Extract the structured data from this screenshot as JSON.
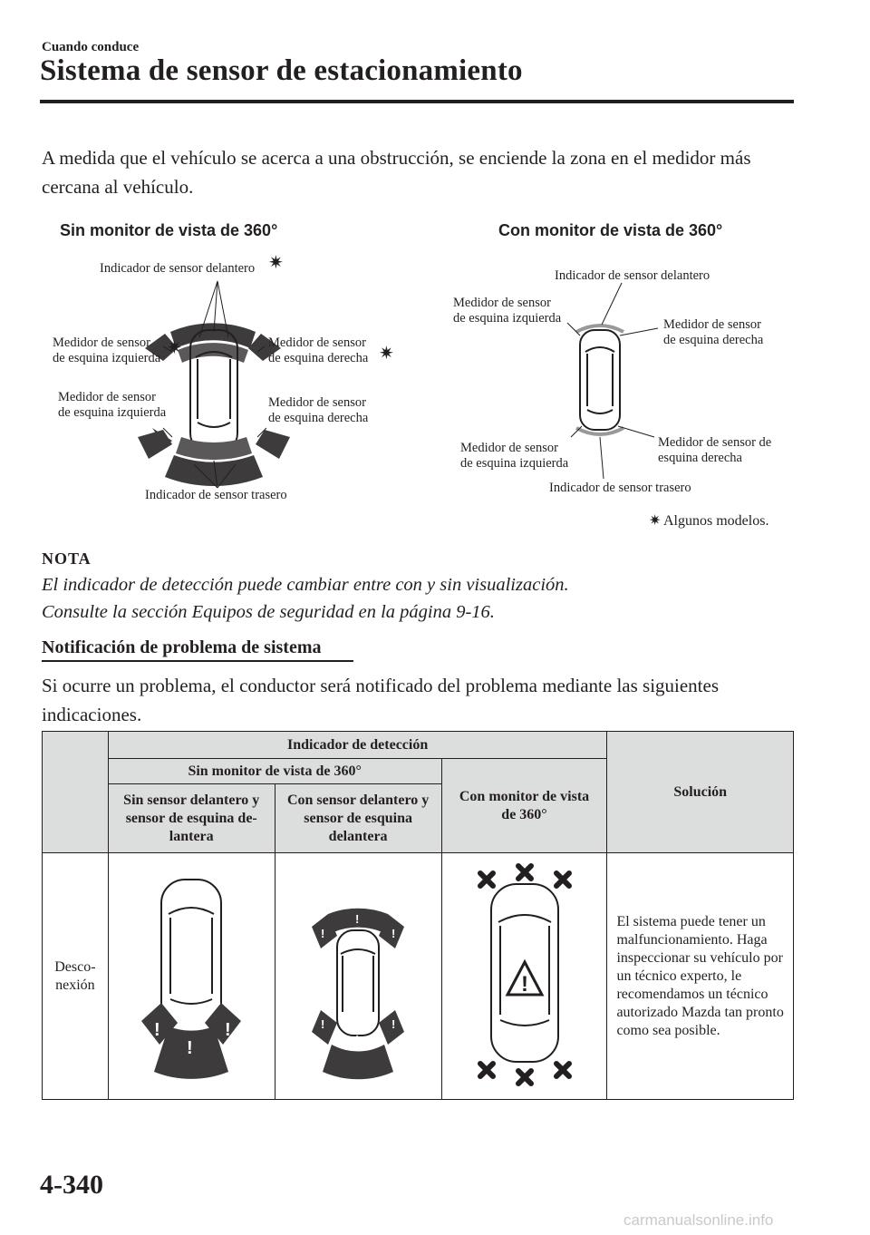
{
  "header": {
    "section": "Cuando conduce",
    "title": "Sistema de sensor de estacionamiento"
  },
  "intro_text": "A medida que el vehículo se acerca a una obstrucción, se enciende la zona en el medidor más cercana al vehículo.",
  "diagram_left": {
    "heading": "Sin monitor de vista de 360°",
    "front_indicator": "Indicador de sensor delantero",
    "fl_line1": "Medidor de sensor",
    "fl_line2": "de esquina izquierda",
    "fr_line1": "Medidor de sensor",
    "fr_line2": "de esquina derecha",
    "rl_line1": "Medidor de sensor",
    "rl_line2": "de esquina izquierda",
    "rr_line1": "Medidor de sensor",
    "rr_line2": "de esquina derecha",
    "rear_indicator": "Indicador de sensor trasero"
  },
  "diagram_right": {
    "heading": "Con monitor de vista de 360°",
    "front_indicator": "Indicador de sensor delantero",
    "fl_line1": "Medidor de sensor",
    "fl_line2": "de esquina izquierda",
    "fr_line1": "Medidor de sensor",
    "fr_line2": "de esquina derecha",
    "rl_line1": "Medidor de sensor",
    "rl_line2": "de esquina izquierda",
    "rr_line1": "Medidor de sensor de",
    "rr_line2": "esquina derecha",
    "rear_indicator": "Indicador de sensor trasero"
  },
  "footnote": "Algunos modelos.",
  "note": {
    "heading": "NOTA",
    "line1": "El indicador de detección puede cambiar entre con y sin visualización.",
    "line2": "Consulte la sección Equipos de seguridad en la página 9-16."
  },
  "subsection": {
    "title": "Notificación de problema de sistema",
    "text": "Si ocurre un problema, el conductor será notificado del problema mediante las siguientes indicaciones."
  },
  "table": {
    "h_detection": "Indicador de detección",
    "h_without": "Sin monitor de vista de 360°",
    "h_with": "Con monitor de vista de 360°",
    "h_solution": "Solución",
    "h_no_front": "Sin sensor delantero y sensor de esquina de-lantera",
    "h_front": "Con sensor delantero y sensor de esquina delantera",
    "row_label": "Desco-nexión",
    "row_solution": "El sistema puede tener un malfuncionamiento. Haga inspeccionar su vehículo por un técnico experto, le recomendamos un técnico autorizado Mazda tan pronto como sea posible."
  },
  "page_number": "4-340",
  "footer_mark": "carmanualsonline.info"
}
